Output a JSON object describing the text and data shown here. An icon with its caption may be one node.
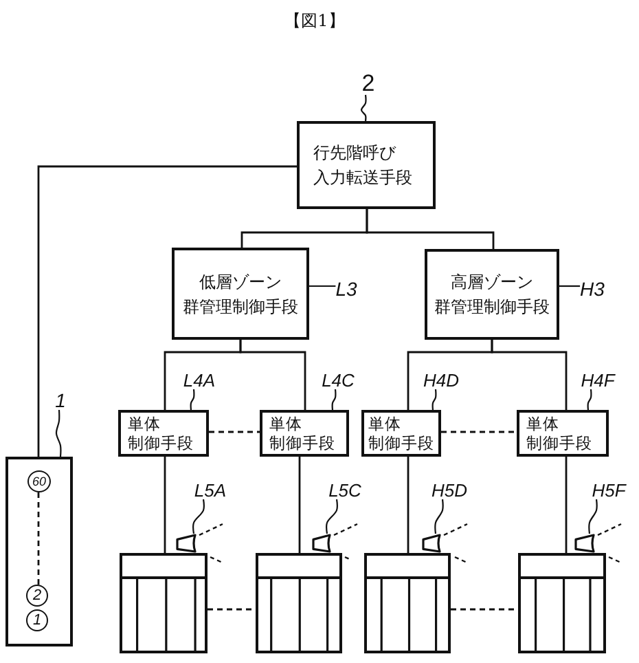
{
  "diagram": {
    "title": "【図1】",
    "nodes": [
      {
        "text": [
          "2"
        ]
      },
      {
        "text": [
          "行先階呼び入力転送手段"
        ]
      },
      {
        "text": [
          "低層ゾーン群管理制御手段"
        ]
      },
      {
        "text": [
          "L3"
        ]
      },
      {
        "text": [
          "高層ゾーン群管理制御手段"
        ]
      },
      {
        "text": [
          "H3"
        ]
      },
      {
        "text": [
          "L4A"
        ]
      },
      {
        "text": [
          "L4C"
        ]
      },
      {
        "text": [
          "H4D"
        ]
      },
      {
        "text": [
          "H4F"
        ]
      },
      {
        "text": [
          "単体制御手段"
        ]
      },
      {
        "text": [
          "単体制御手段"
        ]
      },
      {
        "text": [
          "単体制御手段"
        ]
      },
      {
        "text": [
          "単体制御手段"
        ]
      },
      {
        "text": [
          "1"
        ]
      },
      {
        "text": [],
        "shape": "box"
      },
      {
        "text": [
          "60"
        ],
        "in": 15
      },
      {
        "text": [
          "2"
        ],
        "in": 15
      },
      {
        "text": [
          "1"
        ],
        "in": 15
      },
      {
        "text": [
          "L5A"
        ]
      },
      {
        "text": [
          "L5C"
        ]
      },
      {
        "text": [
          "H5D"
        ]
      },
      {
        "text": [
          "H5F"
        ]
      },
      {
        "text": [],
        "shape": "camera"
      },
      {
        "text": [],
        "shape": "camera"
      },
      {
        "text": [],
        "shape": "camera"
      },
      {
        "text": [],
        "shape": "camera"
      },
      {
        "text": [],
        "shape": "box"
      },
      {
        "text": [],
        "shape": "box"
      },
      {
        "text": [],
        "shape": "box"
      },
      {
        "text": [],
        "shape": "box"
      }
    ],
    "edges": [
      {
        "from": 0,
        "to": 1,
        "arrow": "none"
      },
      {
        "from": 1,
        "to": 2,
        "arrow": "none"
      },
      {
        "from": 1,
        "to": 4,
        "arrow": "none"
      },
      {
        "from": 3,
        "to": 2,
        "arrow": "none"
      },
      {
        "from": 5,
        "to": 4,
        "arrow": "none"
      },
      {
        "from": 2,
        "to": 10,
        "arrow": "none"
      },
      {
        "from": 2,
        "to": 11,
        "arrow": "none"
      },
      {
        "from": 4,
        "to": 12,
        "arrow": "none"
      },
      {
        "from": 4,
        "to": 13,
        "arrow": "none"
      },
      {
        "from": 6,
        "to": 10,
        "arrow": "none"
      },
      {
        "from": 7,
        "to": 11,
        "arrow": "none"
      },
      {
        "from": 8,
        "to": 12,
        "arrow": "none"
      },
      {
        "from": 9,
        "to": 13,
        "arrow": "none"
      },
      {
        "from": 10,
        "to": 11,
        "arrow": "none",
        "style": "dashed"
      },
      {
        "from": 12,
        "to": 13,
        "arrow": "none",
        "style": "dashed"
      },
      {
        "from": 14,
        "to": 15,
        "arrow": "none"
      },
      {
        "from": 1,
        "to": 15,
        "arrow": "none"
      },
      {
        "from": 16,
        "to": 17,
        "arrow": "none",
        "style": "dashed"
      },
      {
        "from": 10,
        "to": 27,
        "arrow": "none"
      },
      {
        "from": 11,
        "to": 28,
        "arrow": "none"
      },
      {
        "from": 12,
        "to": 29,
        "arrow": "none"
      },
      {
        "from": 13,
        "to": 30,
        "arrow": "none"
      },
      {
        "from": 19,
        "to": 23,
        "arrow": "none"
      },
      {
        "from": 20,
        "to": 24,
        "arrow": "none"
      },
      {
        "from": 21,
        "to": 25,
        "arrow": "none"
      },
      {
        "from": 22,
        "to": 26,
        "arrow": "none"
      },
      {
        "from": 27,
        "to": 28,
        "arrow": "none",
        "style": "dashed"
      },
      {
        "from": 29,
        "to": 30,
        "arrow": "none",
        "style": "dashed"
      }
    ]
  }
}
